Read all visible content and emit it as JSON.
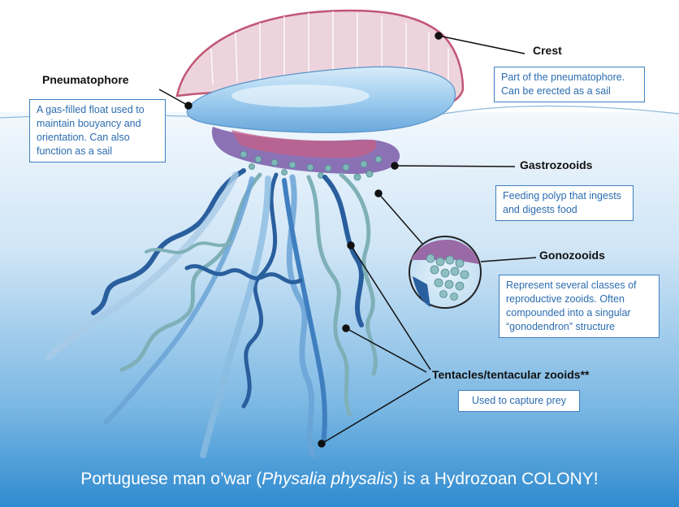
{
  "labels": {
    "crest": {
      "title": "Crest",
      "desc": "Part of the pneumatophore. Can be erected as a sail"
    },
    "pneumatophore": {
      "title": "Pneumatophore",
      "desc": "A gas-filled float used to maintain bouyancy and orientation. Can also function as a sail"
    },
    "gastrozooids": {
      "title": "Gastrozooids",
      "desc": "Feeding polyp that ingests and digests food"
    },
    "gonozooids": {
      "title": "Gonozooids",
      "desc": "Represent several classes of reproductive zooids. Often compounded into a singular “gonodendron” structure"
    },
    "tentacles": {
      "title": "Tentacles/tentacular zooids**",
      "desc": "Used to capture prey"
    }
  },
  "caption": {
    "prefix": "Portuguese man o’war (",
    "species": "Physalia physalis",
    "suffix": ") is a Hydrozoan COLONY!"
  },
  "colors": {
    "water_top": "#e6f2fb",
    "water_bottom": "#2f8bd0",
    "float": "#a9d4f2",
    "crest": "#e5c8d2",
    "crest_edge": "#c0506e",
    "tentacle_dark": "#2a5f9e",
    "tentacle_teal": "#7fb0b8",
    "tentacle_light": "#6aa3d6",
    "box_border": "#3d7fc0",
    "box_text": "#2b6cb0"
  }
}
